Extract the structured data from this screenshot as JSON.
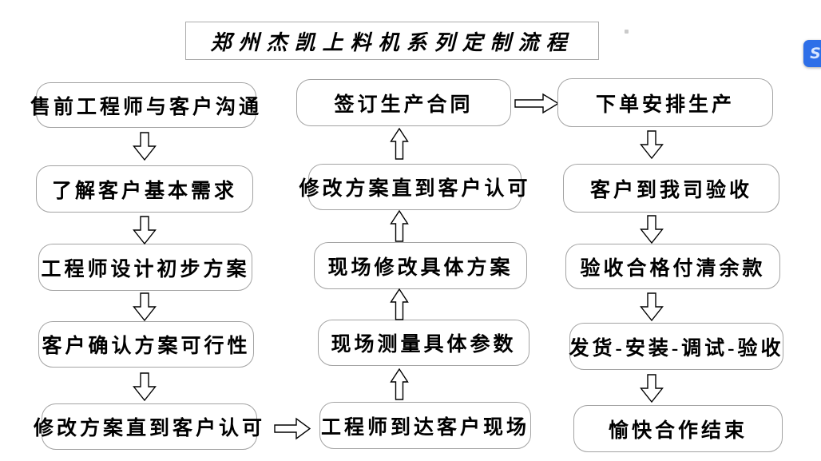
{
  "title": "郑州杰凯上料机系列定制流程",
  "flowchart": {
    "left_column": [
      "售前工程师与客户沟通",
      "了解客户基本需求",
      "工程师设计初步方案",
      "客户确认方案可行性",
      "修改方案直到客户认可"
    ],
    "middle_column": [
      "签订生产合同",
      "修改方案直到客户认可",
      "现场修改具体方案",
      "现场测量具体参数",
      "工程师到达客户现场"
    ],
    "right_column": [
      "下单安排生产",
      "客户到我司验收",
      "验收合格付清余款",
      "发货-安装-调试-验收",
      "愉快合作结束"
    ]
  },
  "icons": {
    "floating_badge": "sider-s-icon",
    "vertical_flow_left": "arrow-down-icon",
    "vertical_flow_middle": "arrow-up-icon",
    "vertical_flow_right": "arrow-down-icon",
    "horizontal_flow": "arrow-right-icon"
  },
  "colors": {
    "background": "#ffffff",
    "box_border": "#a3a3a3",
    "text": "#000000",
    "badge_blue": "#2e6fe8"
  }
}
